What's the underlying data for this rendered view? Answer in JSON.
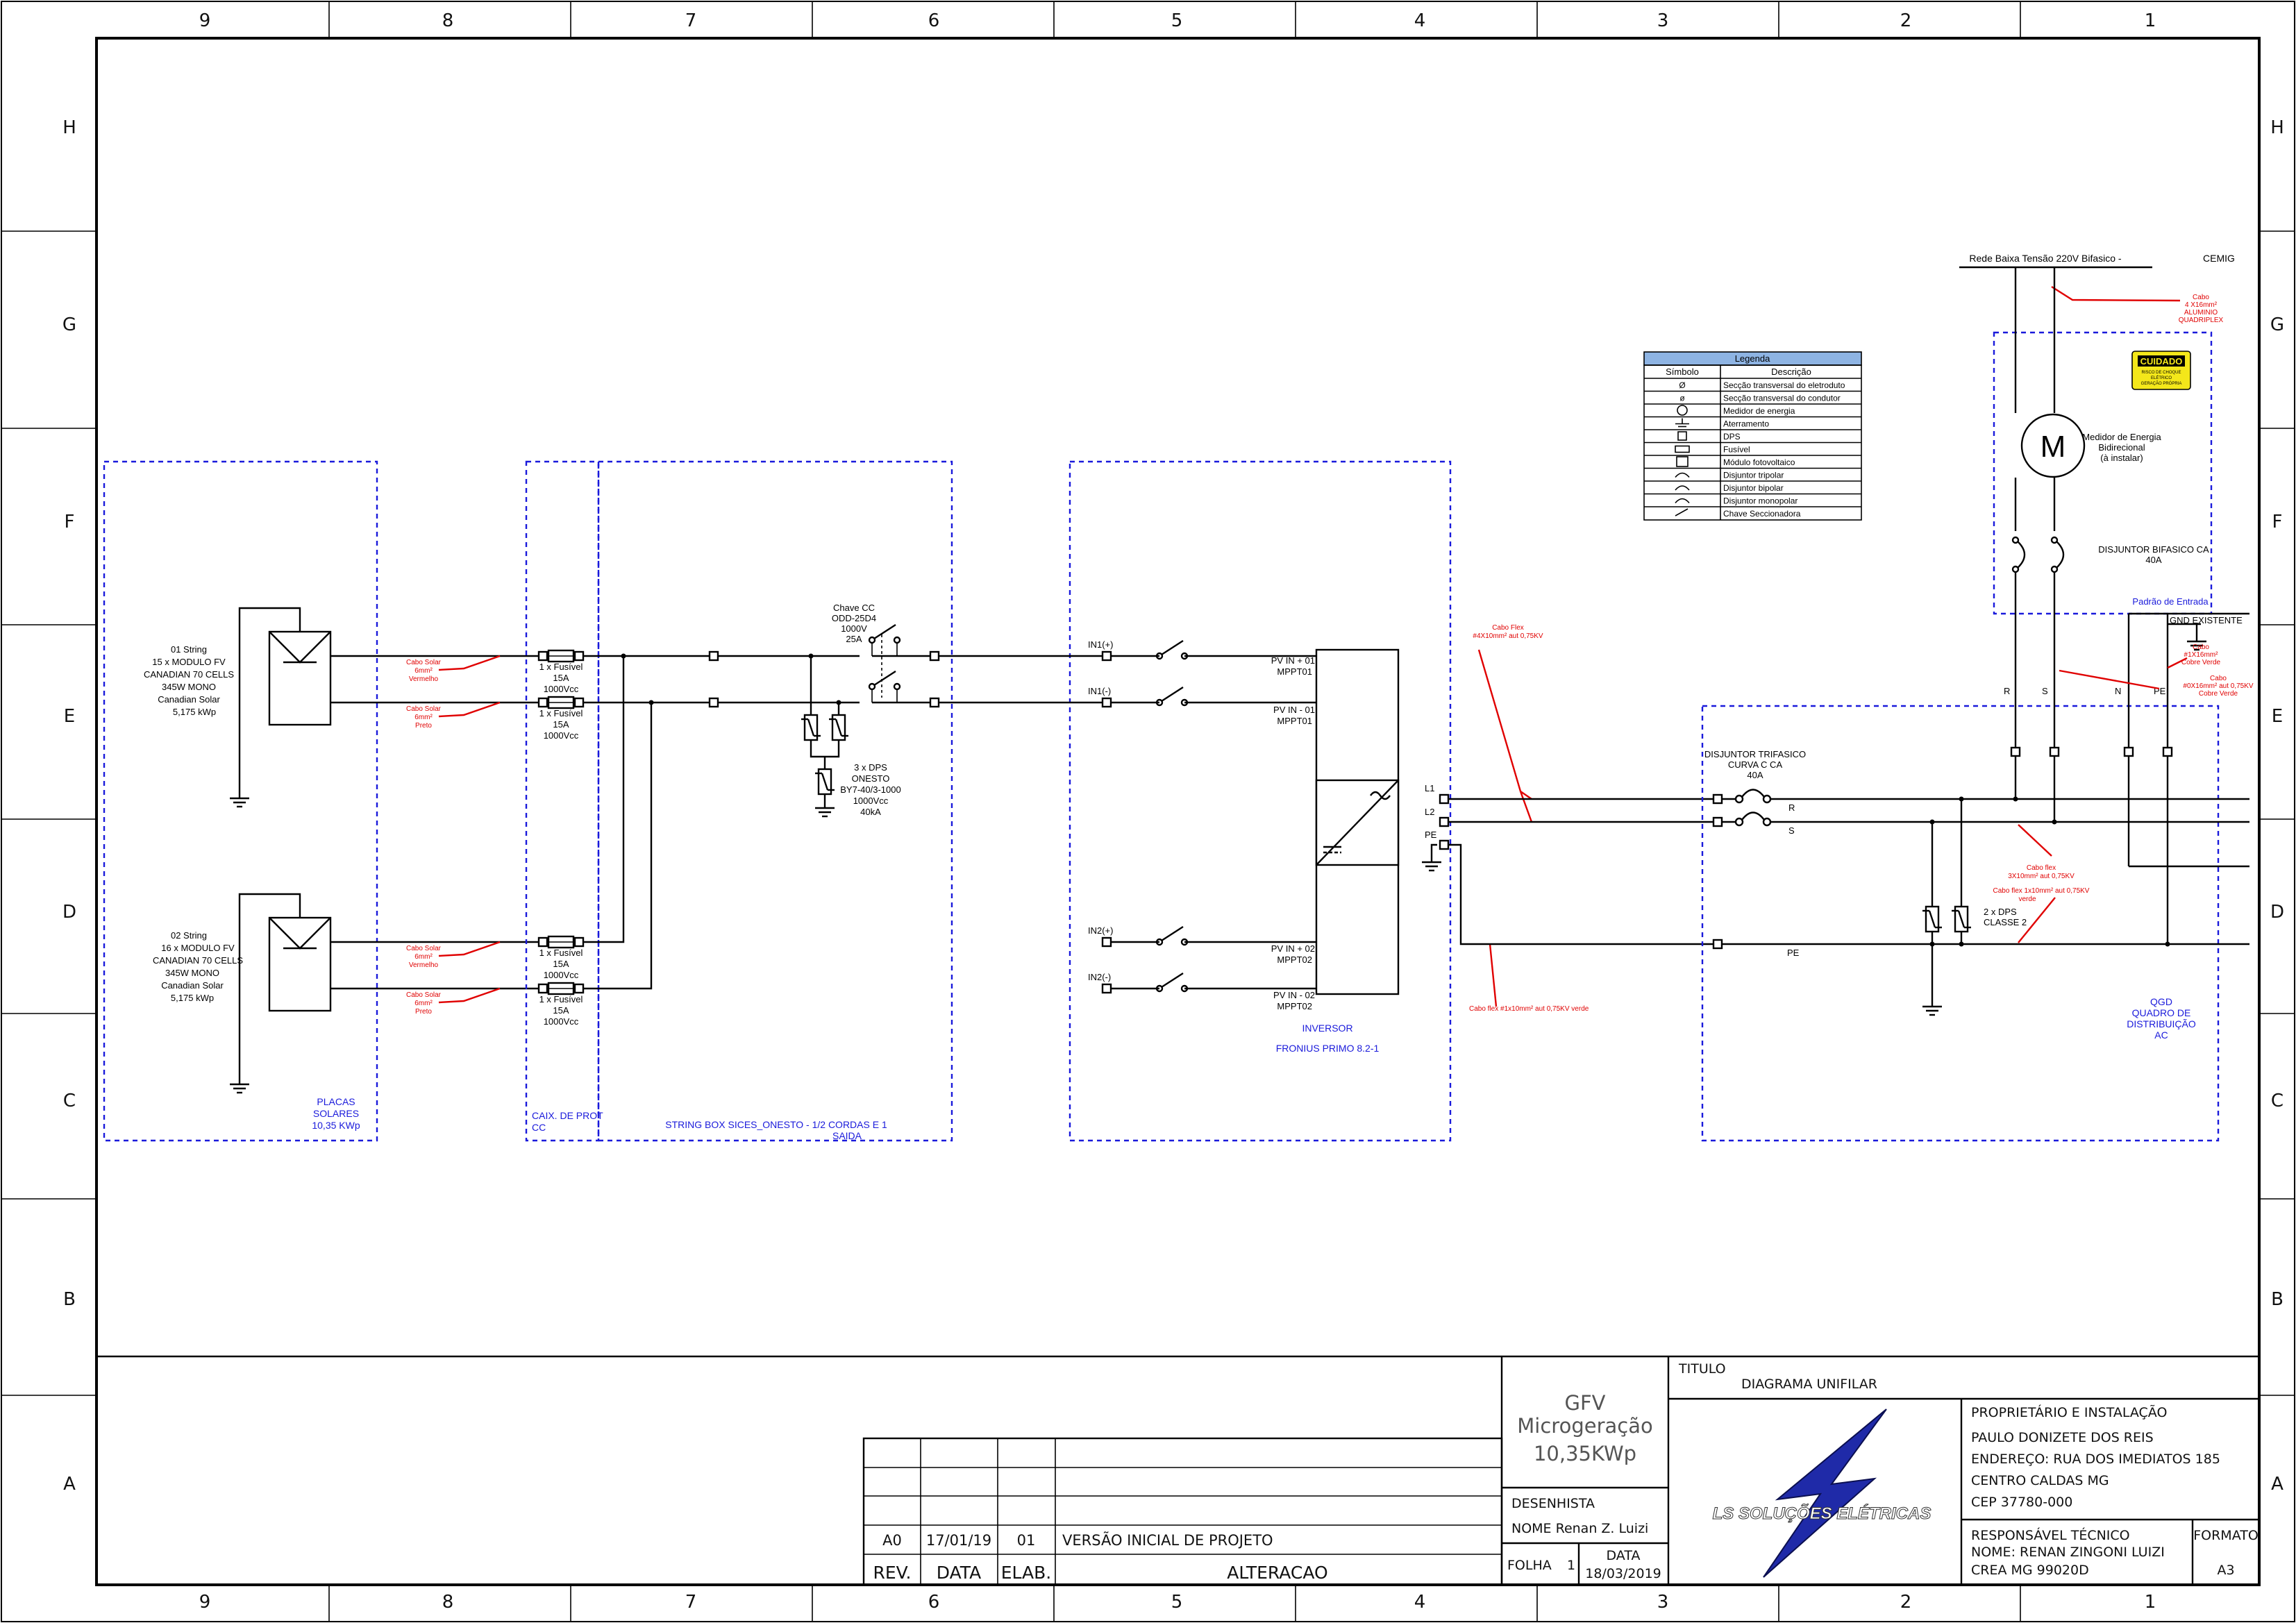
{
  "frame": {
    "columns": [
      "9",
      "8",
      "7",
      "6",
      "5",
      "4",
      "3",
      "2",
      "1"
    ],
    "rows": [
      "H",
      "G",
      "F",
      "E",
      "D",
      "C",
      "B",
      "A"
    ]
  },
  "grid": {
    "network": "Rede Baixa Tensão 220V Bifasico -",
    "utility": "CEMIG",
    "cable_network": [
      "Cabo",
      "4 X16mm²",
      "ALUMINIO",
      "QUADRIPLEX"
    ],
    "warning": [
      "CUIDADO",
      "RISCO DE CHOQUE",
      "ELÉTRICO",
      "GERAÇÃO PRÓPRIA"
    ],
    "meter_symbol": "M",
    "meter_label": [
      "Medidor de Energia",
      "Bidirecional",
      "(à instalar)"
    ],
    "breaker_bifasico": [
      "DISJUNTOR BIFASICO CA",
      "40A"
    ],
    "box_label": "Padrão de Entrada",
    "gnd": "GND EXISTENTE",
    "cable_n": [
      "Cabo",
      "#1X16mm²",
      "Cobre Verde"
    ],
    "cable_pe": [
      "Cabo",
      "#0X16mm² aut 0,75KV",
      "Cobre Verde"
    ],
    "phase_r": "R",
    "phase_s": "S",
    "phase_n": "N",
    "phase_pe": "PE"
  },
  "legend": {
    "title": "Legenda",
    "col_symbol": "Símbolo",
    "col_desc": "Descrição",
    "rows": [
      {
        "symbol": "Ø",
        "desc": "Secção transversal do eletroduto"
      },
      {
        "symbol": "ø",
        "desc": "Secção transversal do condutor"
      },
      {
        "symbol": "",
        "desc": "Medidor de energia"
      },
      {
        "symbol": "",
        "desc": "Aterramento"
      },
      {
        "symbol": "",
        "desc": "DPS"
      },
      {
        "symbol": "",
        "desc": "Fusível"
      },
      {
        "symbol": "",
        "desc": "Módulo fotovoltaico"
      },
      {
        "symbol": "",
        "desc": "Disjuntor tripolar"
      },
      {
        "symbol": "",
        "desc": "Disjuntor bipolar"
      },
      {
        "symbol": "",
        "desc": "Disjuntor monopolar"
      },
      {
        "symbol": "",
        "desc": "Chave Seccionadora"
      }
    ]
  },
  "panels": {
    "string1": [
      "01 String",
      "15 x MODULO FV",
      "CANADIAN 70 CELLS",
      "345W MONO",
      "Canadian Solar",
      "5,175 kWp"
    ],
    "string2": [
      "02 String",
      "16 x MODULO FV",
      "CANADIAN 70 CELLS",
      "345W MONO",
      "Canadian Solar",
      "5,175 kWp"
    ],
    "cable_red": [
      "Cabo Solar",
      "6mm²",
      "Vermelho"
    ],
    "cable_black": [
      "Cabo Solar",
      "6mm²",
      "Preto"
    ],
    "box_label": [
      "PLACAS",
      "SOLARES",
      "10,35 KWp"
    ]
  },
  "fuses": {
    "label": [
      "1 x Fusível",
      "15A",
      "1000Vcc"
    ],
    "box_label": [
      "CAIX. DE PROT",
      "CC"
    ]
  },
  "stringbox": {
    "switch": [
      "Chave CC",
      "ODD-25D4",
      "1000V",
      "25A"
    ],
    "dps": [
      "3 x DPS",
      "ONESTO",
      "BY7-40/3-1000",
      "1000Vcc",
      "40kA"
    ],
    "box_label": [
      "STRING BOX SICES_ONESTO - 1/2 CORDAS E 1",
      "SAIDA"
    ]
  },
  "inverter": {
    "in1p": "IN1(+)",
    "in1n": "IN1(-)",
    "in2p": "IN2(+)",
    "in2n": "IN2(-)",
    "pv1p": [
      "PV IN + 01",
      "MPPT01"
    ],
    "pv1n": [
      "PV IN - 01",
      "MPPT01"
    ],
    "pv2p": [
      "PV IN + 02",
      "MPPT02"
    ],
    "pv2n": [
      "PV IN - 02",
      "MPPT02"
    ],
    "l1": "L1",
    "l2": "L2",
    "pe": "PE",
    "label": "INVERSOR",
    "model": "FRONIUS PRIMO 8.2-1",
    "cable_ac": [
      "Cabo Flex",
      "#4X10mm² aut 0,75KV"
    ],
    "cable_pe": "Cabo flex #1x10mm² aut 0,75KV verde"
  },
  "qgd": {
    "breaker": [
      "DISJUNTOR TRIFASICO",
      "CURVA C CA",
      "40A"
    ],
    "r": "R",
    "s": "S",
    "pe": "PE",
    "dps": [
      "2 x DPS",
      "CLASSE 2"
    ],
    "cable_flex": [
      "Cabo flex",
      "3X10mm² aut 0,75KV"
    ],
    "cable_pe": [
      "Cabo flex 1x10mm² aut 0,75KV",
      "verde"
    ],
    "box_label": [
      "QGD",
      "QUADRO DE",
      "DISTRIBUIÇÃO",
      "AC"
    ]
  },
  "titleblock": {
    "project": [
      "GFV",
      "Microgeração",
      "10,35KWp"
    ],
    "titulo_label": "TITULO",
    "titulo": "DIAGRAMA UNIFILAR",
    "desenhista_label": "DESENHISTA",
    "nome": "NOME Renan Z. Luizi",
    "folha_label": "FOLHA",
    "folha": "1",
    "data_label": "DATA",
    "data": "18/03/2019",
    "owner_label": "PROPRIETÁRIO E INSTALAÇÃO",
    "owner_name": "PAULO DONIZETE DOS REIS",
    "owner_addr": "ENDEREÇO: RUA DOS IMEDIATOS 185",
    "owner_city": "CENTRO CALDAS MG",
    "owner_cep": "CEP 37780-000",
    "resp_label": "RESPONSÁVEL TÉCNICO",
    "resp_name": "NOME: RENAN ZINGONI LUIZI",
    "resp_crea": "CREA   MG 99020D",
    "formato_label": "FORMATO",
    "formato": "A3",
    "logo": "LS SOLUÇÕES ELÉTRICAS",
    "rev_row": {
      "rev": "A0",
      "data": "17/01/19",
      "elab": "01",
      "alteracao": "VERSÃO INICIAL DE PROJETO"
    },
    "rev_headers": {
      "rev": "REV.",
      "data": "DATA",
      "elab": "ELAB.",
      "alteracao": "ALTERACAO"
    }
  }
}
